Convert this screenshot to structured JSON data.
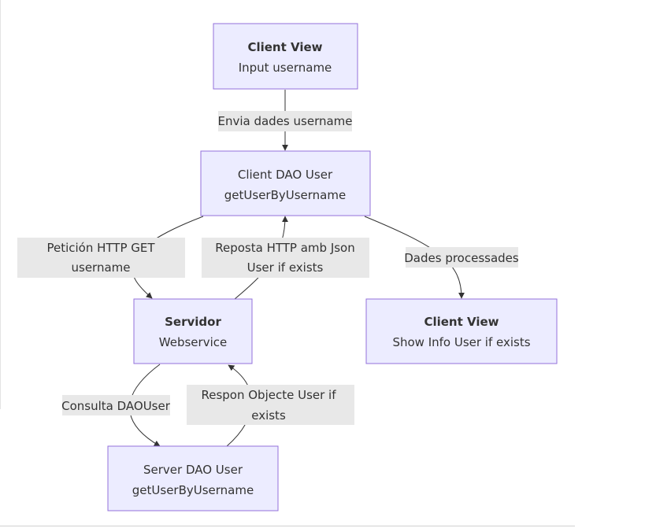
{
  "nodes": {
    "client_view_input": {
      "title": "Client View",
      "subtitle": "Input username"
    },
    "client_dao": {
      "title": "Client DAO User",
      "subtitle": "getUserByUsername"
    },
    "servidor": {
      "title": "Servidor",
      "subtitle": "Webservice"
    },
    "client_view_show": {
      "title": "Client View",
      "subtitle": "Show Info User if exists"
    },
    "server_dao": {
      "title": "Server DAO User",
      "subtitle": "getUserByUsername"
    }
  },
  "edges": {
    "envia": {
      "line1": "Envia dades username"
    },
    "peticion": {
      "line1": "Petición HTTP  GET",
      "line2": "username"
    },
    "reposta": {
      "line1": "Reposta HTTP amb Json",
      "line2": "User if exists"
    },
    "dades": {
      "line1": "Dades processades"
    },
    "consulta": {
      "line1": "Consulta DAOUser"
    },
    "respon": {
      "line1": "Respon Objecte User if",
      "line2": "exists"
    }
  },
  "colors": {
    "node_fill": "#ECECFF",
    "node_border": "#9370DB",
    "edge_line": "#333333",
    "label_bg": "#e8e8e8"
  }
}
